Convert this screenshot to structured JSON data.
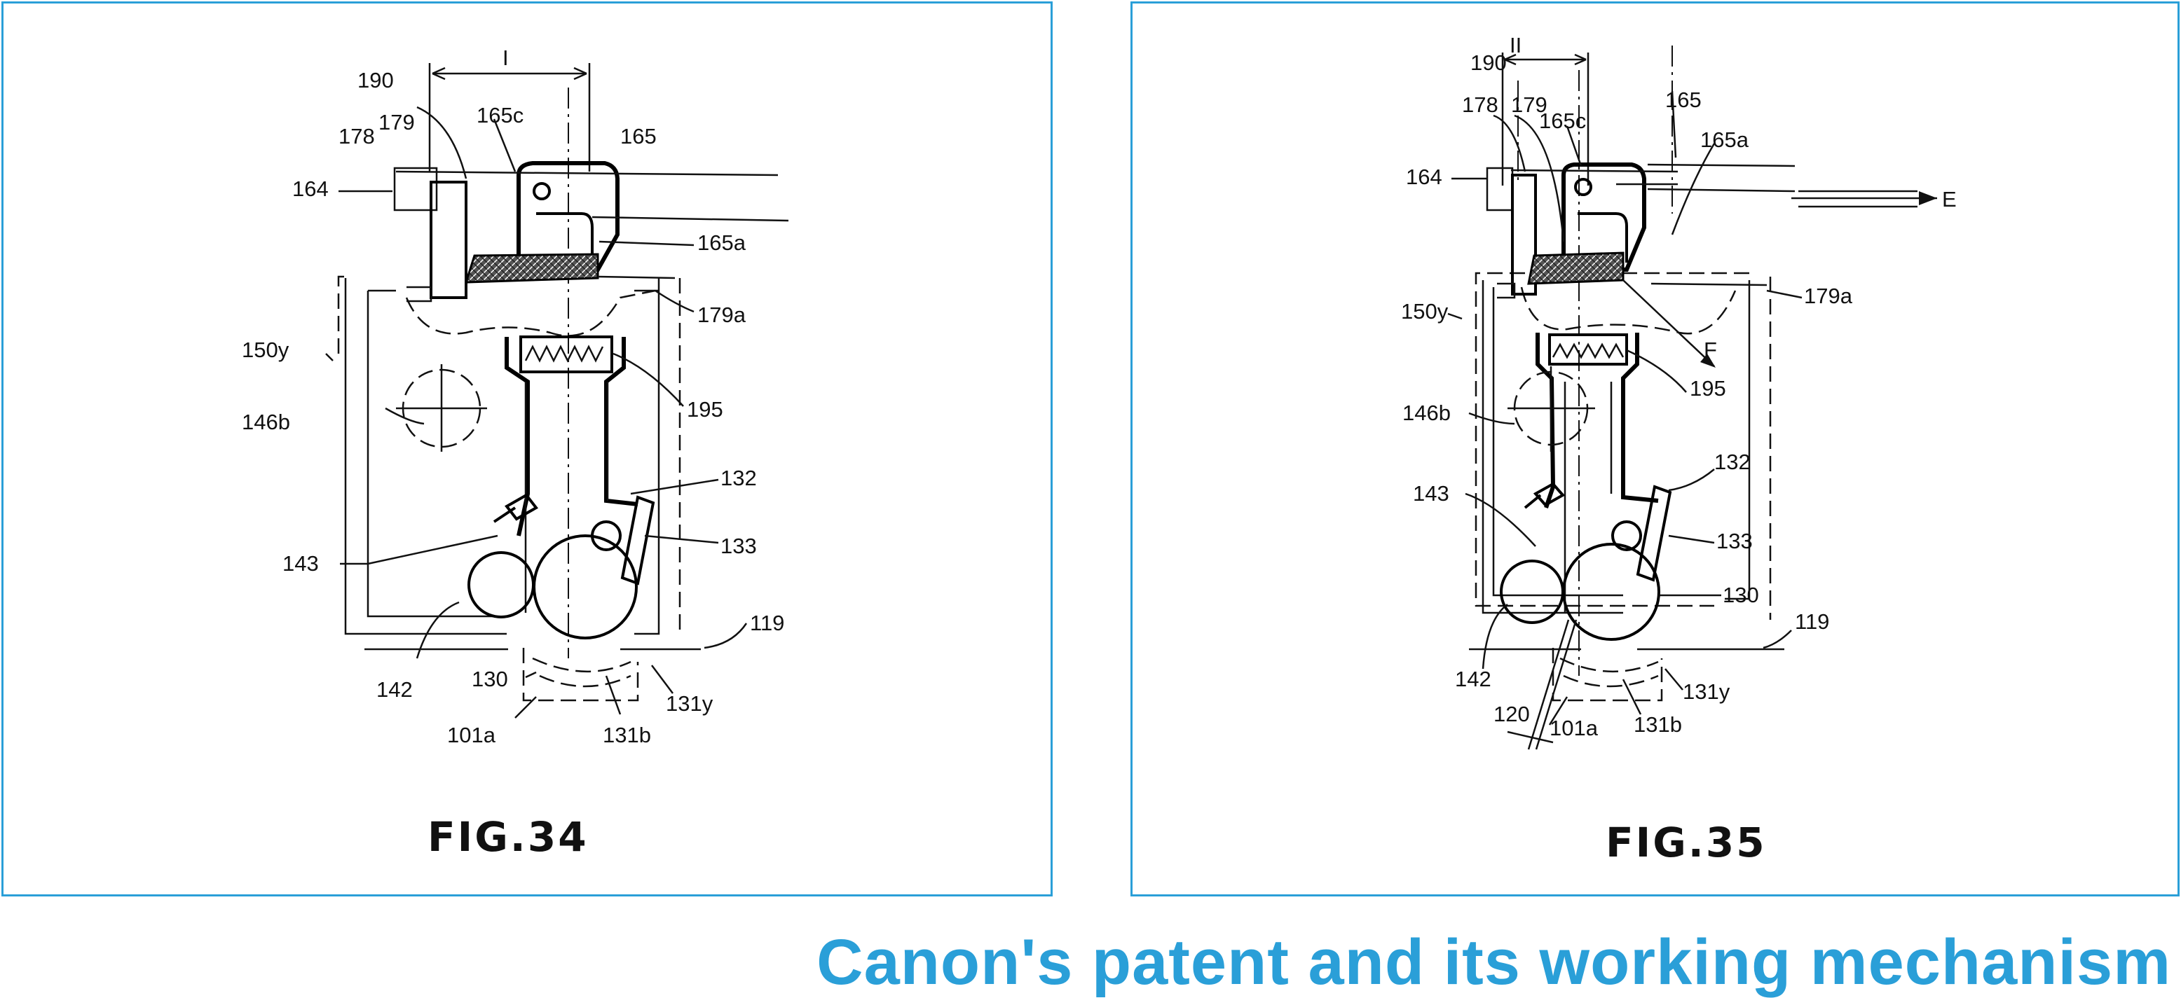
{
  "figures": [
    {
      "fig_label": "FIG.34",
      "dimension_label": "I",
      "labels": {
        "l190": "190",
        "l178": "178",
        "l179": "179",
        "l165c": "165c",
        "l165": "165",
        "l164": "164",
        "l165a": "165a",
        "l179a": "179a",
        "l150y": "150y",
        "l146b": "146b",
        "l195": "195",
        "l132": "132",
        "l133": "133",
        "l143": "143",
        "l119": "119",
        "l142": "142",
        "l130": "130",
        "l131y": "131y",
        "l101a": "101a",
        "l131b": "131b"
      }
    },
    {
      "fig_label": "FIG.35",
      "dimension_label": "II",
      "labels": {
        "l190": "190",
        "l178": "178",
        "l179": "179",
        "l165c": "165c",
        "l165": "165",
        "l164": "164",
        "l165a": "165a",
        "lE": "E",
        "l150y": "150y",
        "l179a": "179a",
        "lF": "F",
        "l146b": "146b",
        "l195": "195",
        "l132": "132",
        "l143": "143",
        "l133": "133",
        "l130": "130",
        "l119": "119",
        "l142": "142",
        "l131y": "131y",
        "l120": "120",
        "l101a": "101a",
        "l131b": "131b"
      }
    }
  ],
  "caption": "Canon's patent and its working mechanism",
  "colors": {
    "accent": "#2a9fd8",
    "ink": "#111111"
  }
}
